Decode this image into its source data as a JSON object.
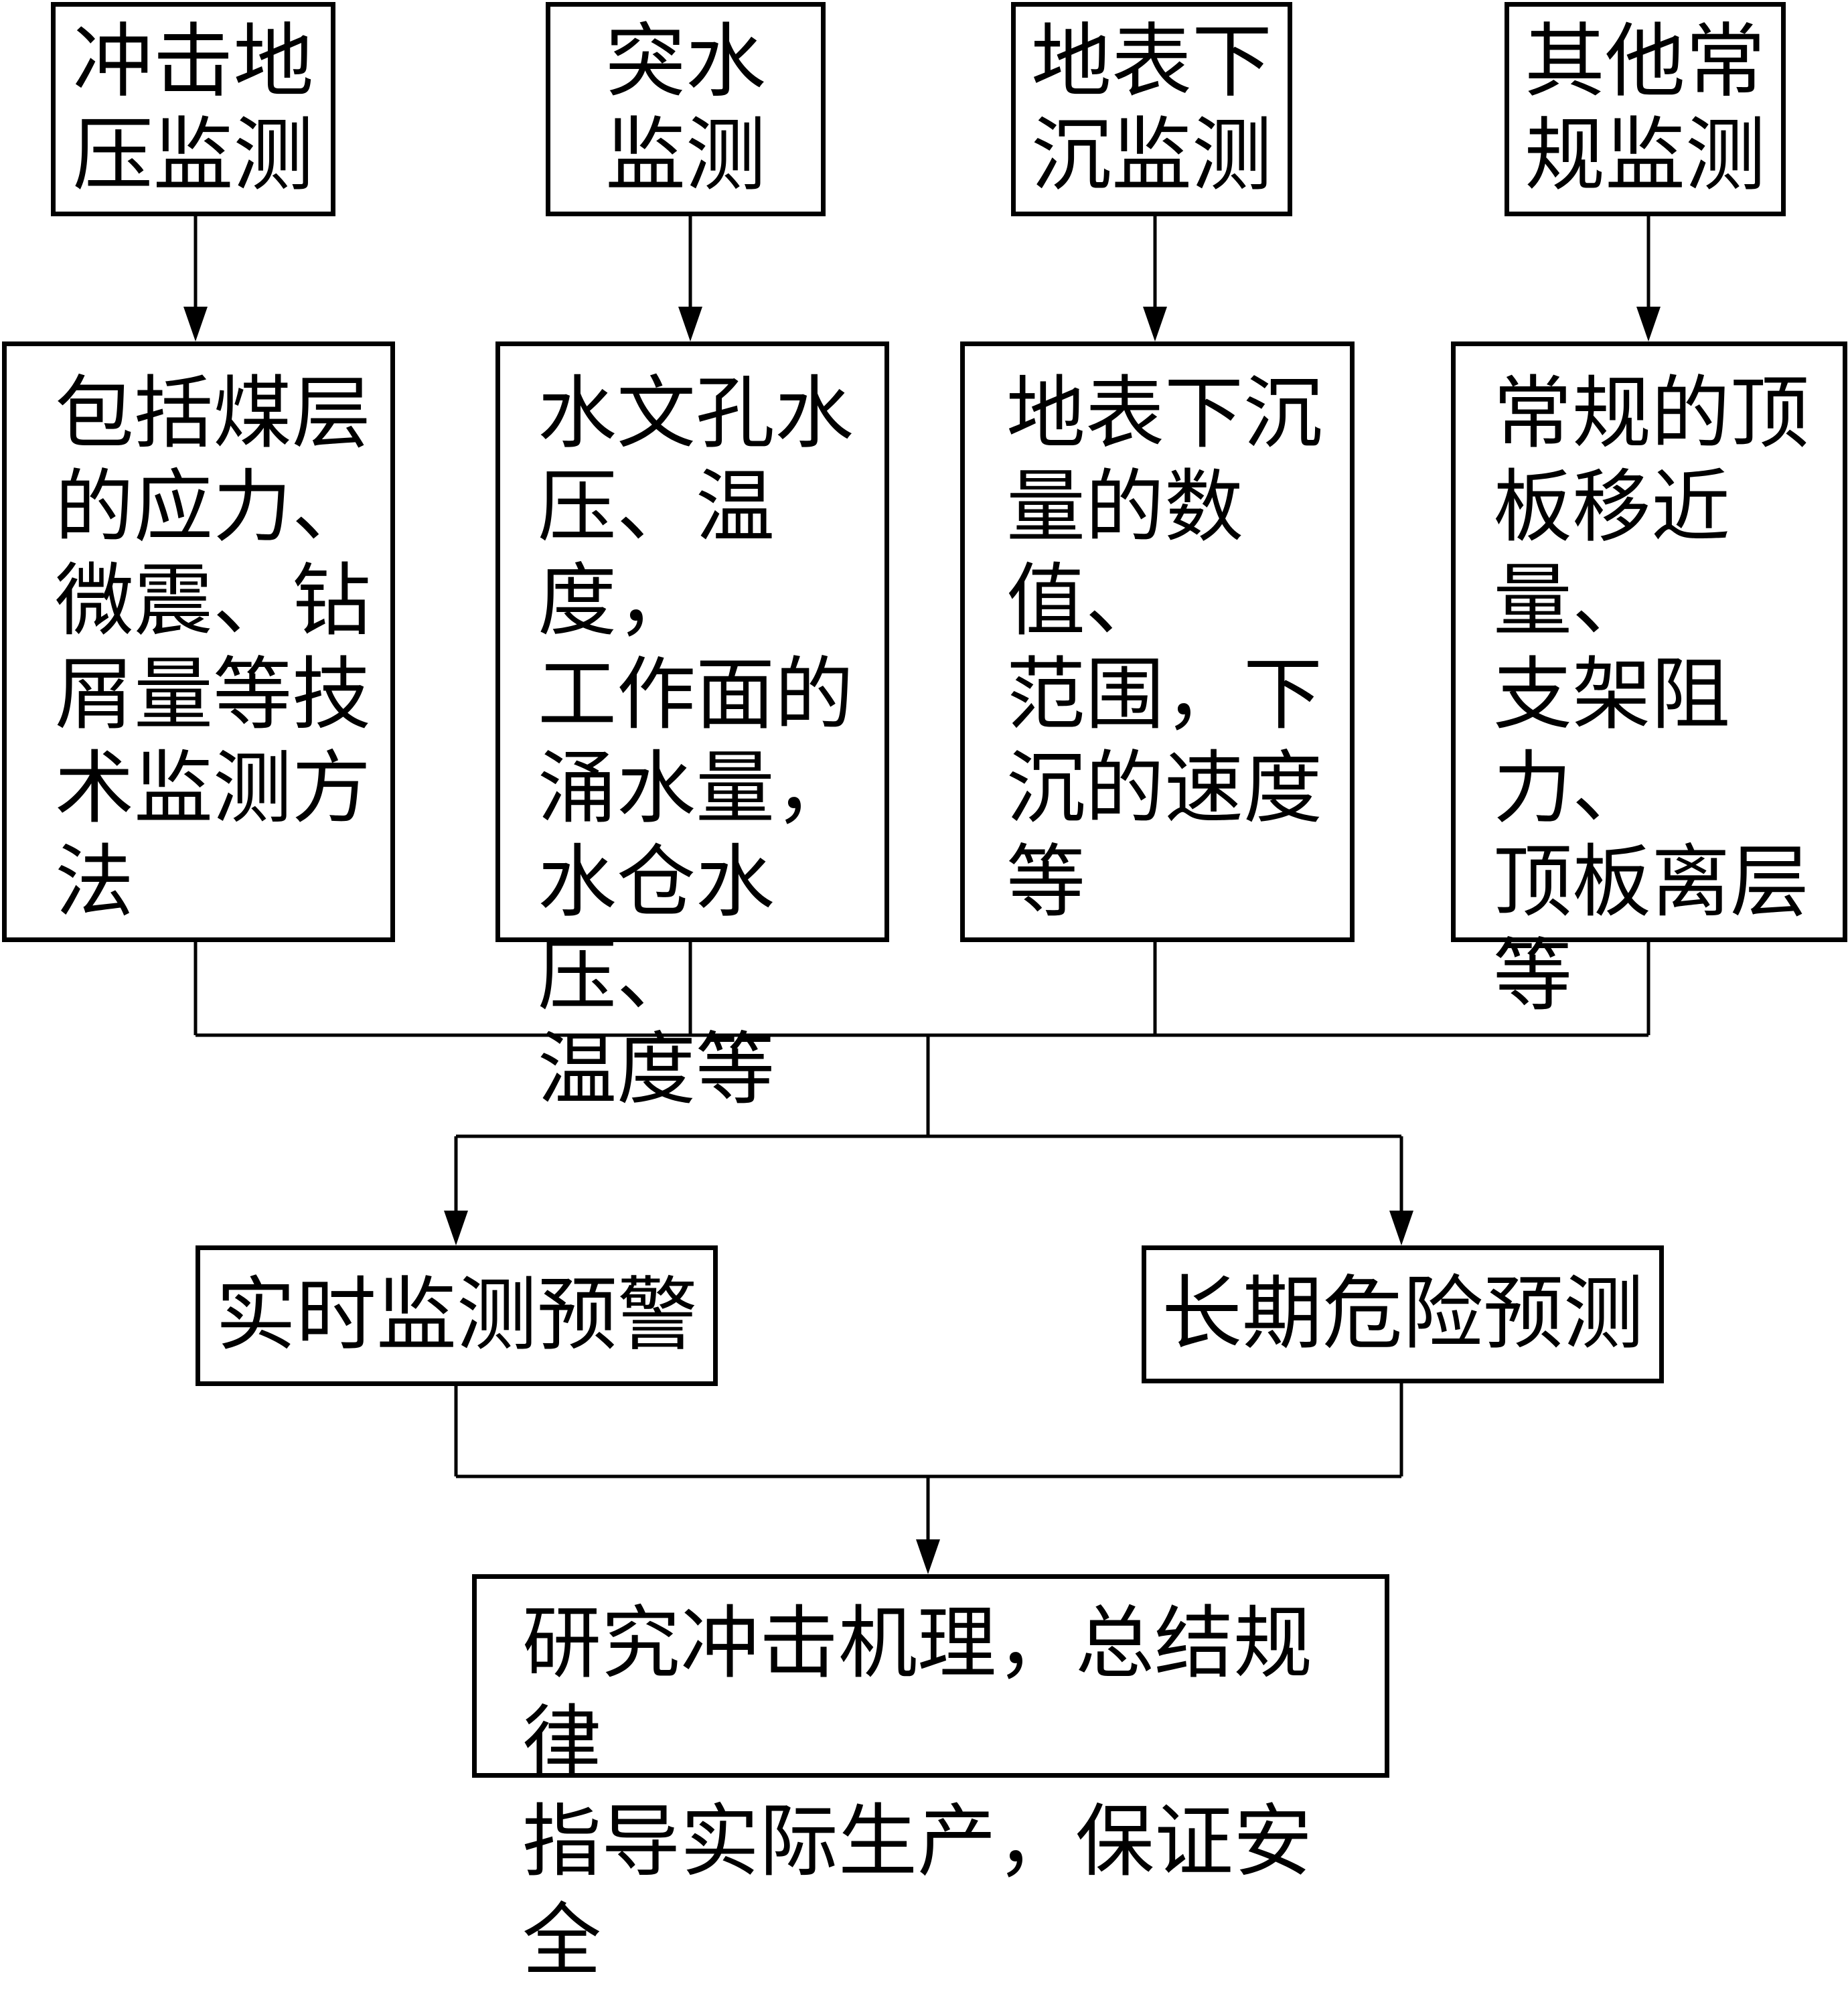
{
  "top_boxes": [
    {
      "label": "冲击地\n压监测"
    },
    {
      "label": "突水\n监测"
    },
    {
      "label": "地表下\n沉监测"
    },
    {
      "label": "其他常\n规监测"
    }
  ],
  "detail_boxes": [
    {
      "text": "包括煤层\n的应力、\n微震、钻\n屑量等技\n术监测方\n法"
    },
    {
      "text": "水文孔水\n压、温度，\n工作面的\n涌水量，\n水仓水压、\n温度等"
    },
    {
      "text": "地表下沉\n量的数值、\n范围，下\n沉的速度\n等"
    },
    {
      "text": "常规的顶\n板移近量、\n支架阻力、\n顶板离层\n等"
    }
  ],
  "mid_boxes": [
    {
      "label": "实时监测预警"
    },
    {
      "label": "长期危险预测"
    }
  ],
  "final_box": {
    "text": "研究冲击机理，总结规律\n指导实际生产，保证安全"
  }
}
